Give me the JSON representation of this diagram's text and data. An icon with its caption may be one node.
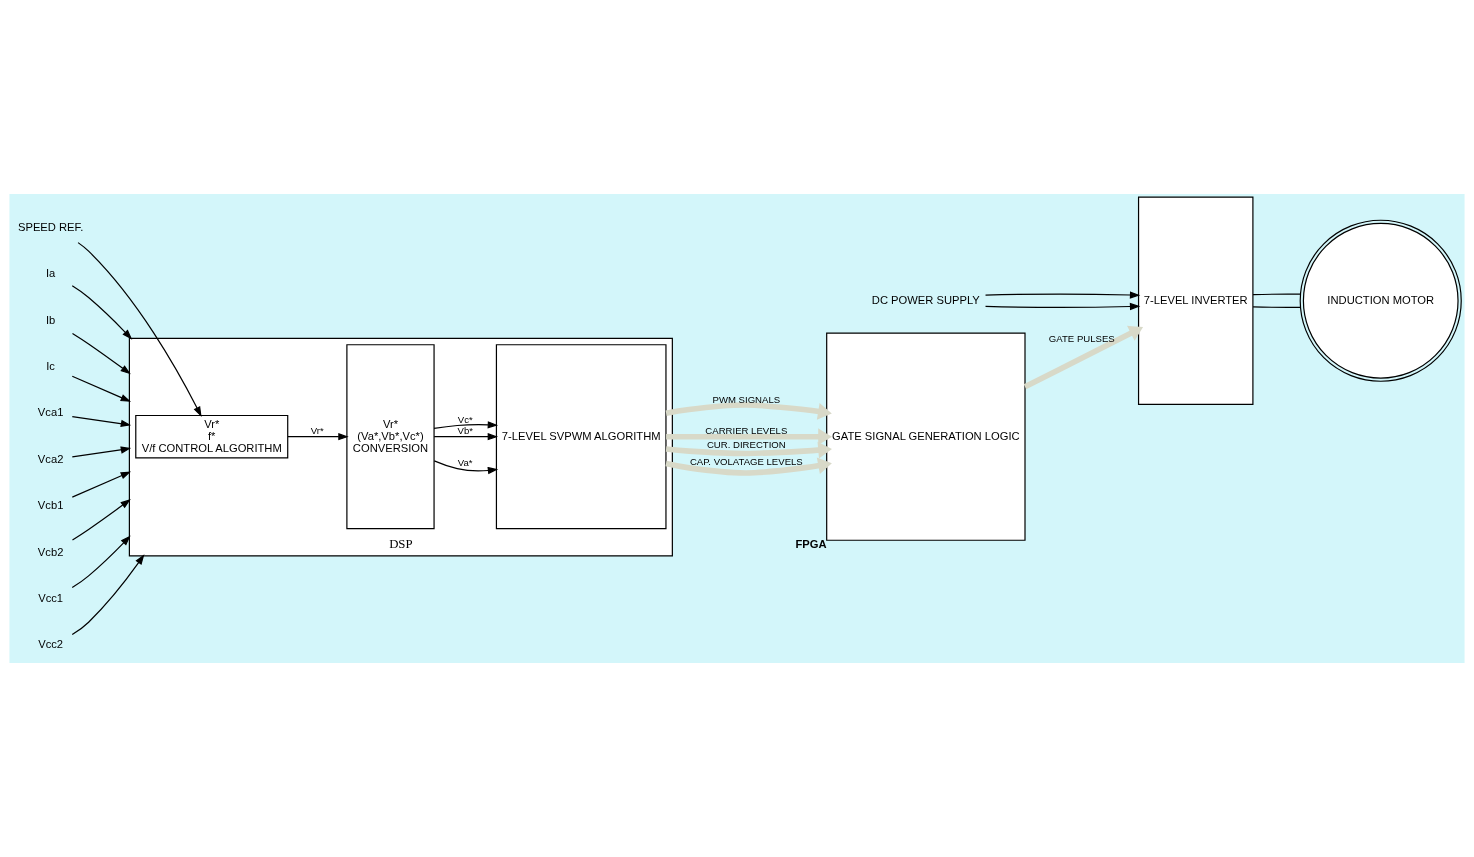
{
  "diagram": {
    "nodes": [
      {
        "text": [
          "DSP"
        ]
      },
      {
        "text": [
          "Vr*",
          "f*",
          "V/f CONTROL ALGORITHM"
        ],
        "in": 0
      },
      {
        "text": [
          "Vr*",
          "(Va*,Vb*,Vc*)",
          "CONVERSION"
        ],
        "in": 0
      },
      {
        "text": [
          "7-LEVEL SVPWM ALGORITHM"
        ],
        "in": 0
      },
      {
        "text": [
          "GATE SIGNAL GENERATION LOGIC"
        ],
        "beside": [
          "FPGA"
        ]
      },
      {
        "text": [
          "7-LEVEL INVERTER"
        ]
      },
      {
        "text": [
          "INDUCTION MOTOR"
        ]
      },
      {
        "text": [
          "SPEED REF."
        ]
      },
      {
        "text": [
          "Ia"
        ]
      },
      {
        "text": [
          "Ib"
        ]
      },
      {
        "text": [
          "Ic"
        ]
      },
      {
        "text": [
          "Vca1"
        ]
      },
      {
        "text": [
          "Vca2"
        ]
      },
      {
        "text": [
          "Vcb1"
        ]
      },
      {
        "text": [
          "Vcb2"
        ]
      },
      {
        "text": [
          "Vcc1"
        ]
      },
      {
        "text": [
          "Vcc2"
        ]
      },
      {
        "text": [
          "DC POWER SUPPLY"
        ]
      }
    ],
    "edges": [
      {
        "from": 7,
        "to": 1,
        "arrow": "to"
      },
      {
        "from": 8,
        "to": 0,
        "arrow": "to"
      },
      {
        "from": 9,
        "to": 0,
        "arrow": "to"
      },
      {
        "from": 10,
        "to": 0,
        "arrow": "to"
      },
      {
        "from": 11,
        "to": 0,
        "arrow": "to"
      },
      {
        "from": 12,
        "to": 0,
        "arrow": "to"
      },
      {
        "from": 13,
        "to": 0,
        "arrow": "to"
      },
      {
        "from": 14,
        "to": 0,
        "arrow": "to"
      },
      {
        "from": 15,
        "to": 0,
        "arrow": "to"
      },
      {
        "from": 16,
        "to": 0,
        "arrow": "to"
      },
      {
        "from": 1,
        "to": 2,
        "arrow": "to",
        "label": "Vr*"
      },
      {
        "from": 2,
        "to": 3,
        "arrow": "to",
        "label": "Va*"
      },
      {
        "from": 2,
        "to": 3,
        "arrow": "to",
        "label": "Vb*"
      },
      {
        "from": 2,
        "to": 3,
        "arrow": "to",
        "label": "Vc*"
      },
      {
        "from": 3,
        "to": 4,
        "arrow": "to",
        "label": "PWM SIGNALS",
        "style": "thick",
        "color": "#d8d9c8"
      },
      {
        "from": 3,
        "to": 4,
        "arrow": "to",
        "label": "CARRIER LEVELS",
        "style": "thick",
        "color": "#d8d9c8"
      },
      {
        "from": 3,
        "to": 4,
        "arrow": "to",
        "label": "CUR. DIRECTION",
        "style": "thick",
        "color": "#d8d9c8"
      },
      {
        "from": 3,
        "to": 4,
        "arrow": "to",
        "label": "CAP. VOLATAGE LEVELS",
        "style": "thick",
        "color": "#d8d9c8"
      },
      {
        "from": 4,
        "to": 5,
        "arrow": "to",
        "label": "GATE PULSES",
        "style": "thick",
        "color": "#d8d9c8"
      },
      {
        "from": 17,
        "to": 5,
        "arrow": "to"
      },
      {
        "from": 17,
        "to": 5,
        "arrow": "to"
      },
      {
        "from": 5,
        "to": 6,
        "arrow": "none"
      },
      {
        "from": 5,
        "to": 6,
        "arrow": "none"
      }
    ]
  }
}
